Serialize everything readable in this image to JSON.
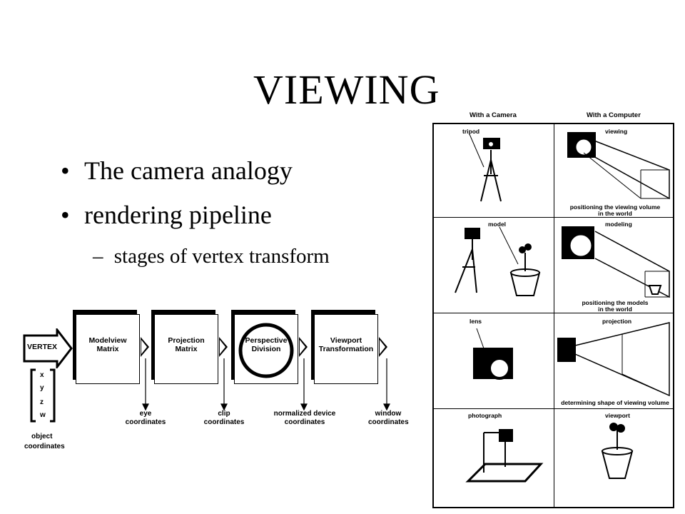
{
  "slide": {
    "title": "VIEWING",
    "bullets": [
      "The camera analogy",
      "rendering pipeline"
    ],
    "sub_bullet_dash": "–",
    "sub_bullet": "stages of vertex transform"
  },
  "pipeline": {
    "vertex_label": "VERTEX",
    "components": [
      "x",
      "y",
      "z",
      "w"
    ],
    "object_label_1": "object",
    "object_label_2": "coordinates",
    "stages": [
      {
        "line1": "Modelview",
        "line2": "Matrix"
      },
      {
        "line1": "Projection",
        "line2": "Matrix"
      },
      {
        "line1": "Perspective",
        "line2": "Division"
      },
      {
        "line1": "Viewport",
        "line2": "Transformation"
      }
    ],
    "outputs": [
      {
        "line1": "eye",
        "line2": "coordinates"
      },
      {
        "line1": "clip",
        "line2": "coordinates"
      },
      {
        "line1": "normalized device",
        "line2": "coordinates"
      },
      {
        "line1": "window",
        "line2": "coordinates"
      }
    ]
  },
  "analogy": {
    "col_camera": "With a Camera",
    "col_computer": "With a Computer",
    "camera_labels": [
      "tripod",
      "model",
      "lens",
      "photograph"
    ],
    "computer_labels": [
      "viewing",
      "modeling",
      "projection",
      "viewport"
    ],
    "captions": [
      {
        "line1": "positioning the viewing volume",
        "line2": "in the world"
      },
      {
        "line1": "positioning the models",
        "line2": "in the world"
      },
      {
        "line1": "determining shape of viewing volume",
        "line2": ""
      }
    ]
  }
}
